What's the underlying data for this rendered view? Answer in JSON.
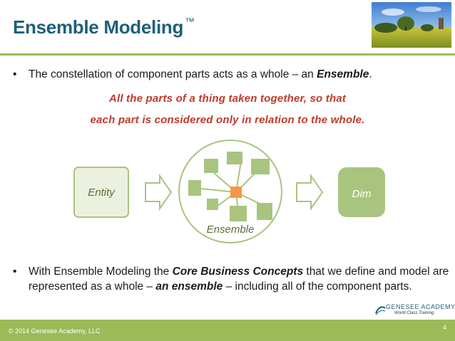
{
  "slide": {
    "title": "Ensemble Modeling",
    "title_mark": "™",
    "bullet_symbol": "•",
    "bullet1": {
      "prefix": "The constellation of component parts acts as a whole – an ",
      "emphasis": "Ensemble",
      "suffix": "."
    },
    "quote_line1": "All the parts of a thing taken together, so that",
    "quote_line2": "each part is considered only in relation to the whole.",
    "diagram": {
      "left_box": "Entity",
      "center_label": "Ensemble",
      "right_box": "Dim"
    },
    "bullet2": {
      "part1": "With Ensemble Modeling the ",
      "emphasis1": "Core Business Concepts",
      "part2": " that we define and model are represented as a whole – ",
      "emphasis2": "an ensemble",
      "part3": " – including all of the component parts."
    }
  },
  "footer": {
    "copyright": "© 2014 Genesee Academy, LLC",
    "page_number": "4",
    "logo_name": "GENESEE ACADEMY",
    "logo_tagline": "World Class Training"
  },
  "colors": {
    "title": "#1f5f78",
    "accent_green": "#9bbb59",
    "quote_red": "#c0392b",
    "shape_green": "#a9c47f",
    "box_fill": "#ebf1de",
    "center_square": "#f79646"
  }
}
